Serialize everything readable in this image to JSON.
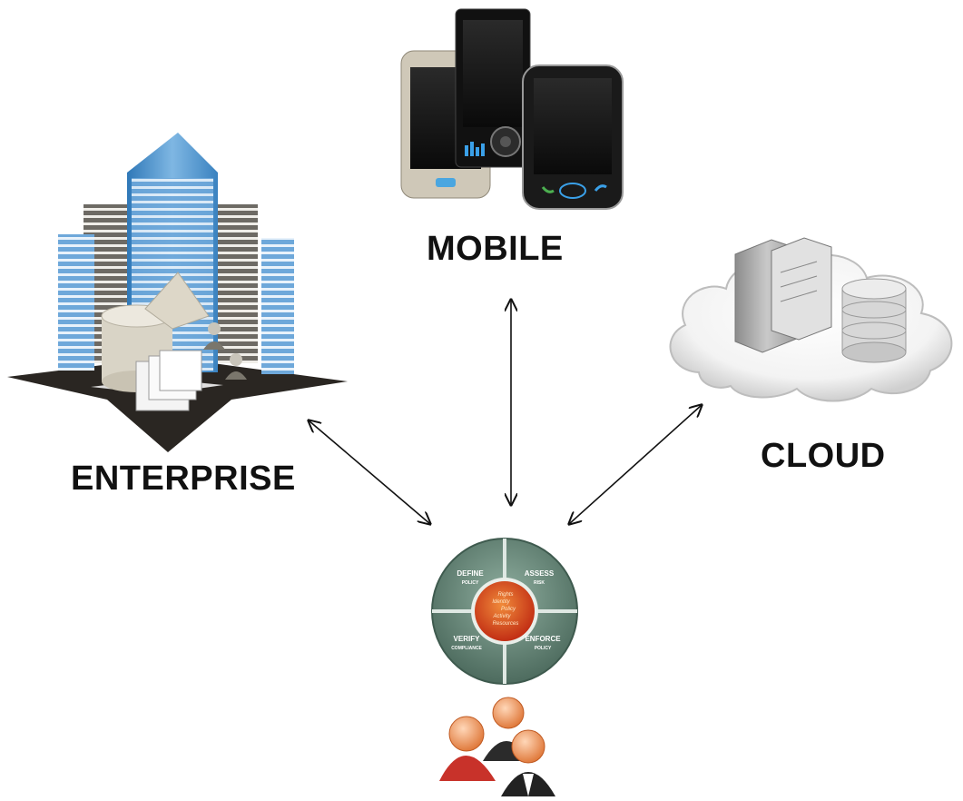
{
  "labels": {
    "mobile": "MOBILE",
    "enterprise": "ENTERPRISE",
    "cloud": "CLOUD"
  },
  "policy_wheel": {
    "segments": [
      {
        "title": "DEFINE",
        "sub": "POLICY"
      },
      {
        "title": "ASSESS",
        "sub": "RISK"
      },
      {
        "title": "ENFORCE",
        "sub": "POLICY"
      },
      {
        "title": "VERIFY",
        "sub": "COMPLIANCE"
      }
    ],
    "center": [
      "Rights",
      "Identity",
      "Policy",
      "Activity",
      "Resources"
    ]
  },
  "icons": {
    "enterprise": "office-buildings-icon",
    "mobile": "smartphones-icon",
    "cloud": "cloud-servers-icon",
    "users": "users-group-icon"
  },
  "colors": {
    "building_blue": "#4a90c8",
    "wheel_green": "#5f7f72",
    "wheel_center": "#d24a1c",
    "arrow": "#111111"
  }
}
